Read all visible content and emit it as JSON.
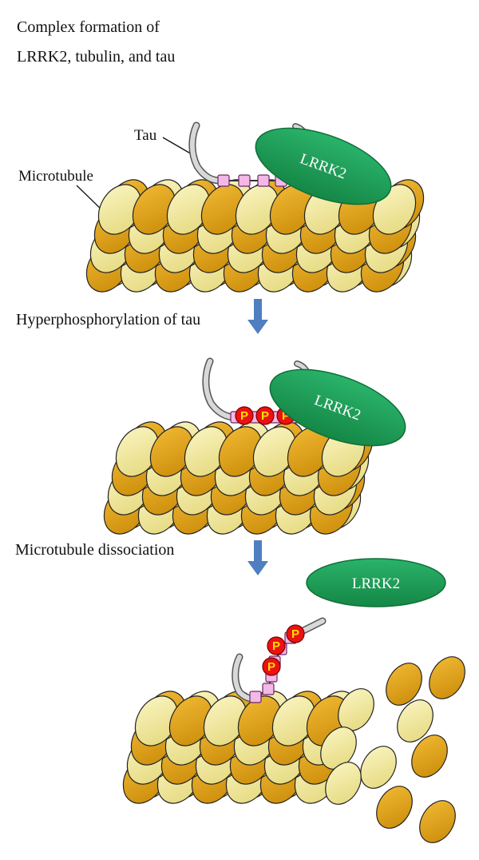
{
  "title_line1": "Complex formation of",
  "title_line2": "LRRK2, tubulin, and tau",
  "label_tau": "Tau",
  "label_microtubule": "Microtubule",
  "label_lrrk2": "LRRK2",
  "label_p": "P",
  "step1": "Hyperphosphorylation of tau",
  "step2": "Microtubule dissociation",
  "colors": {
    "tubulin_light": "#f0e69a",
    "tubulin_dark": "#e0a21a",
    "lrrk2": "#1f9e56",
    "arrow": "#4f7fc0",
    "phospho": "#ee1111",
    "binding_site": "#f3b8e6"
  }
}
